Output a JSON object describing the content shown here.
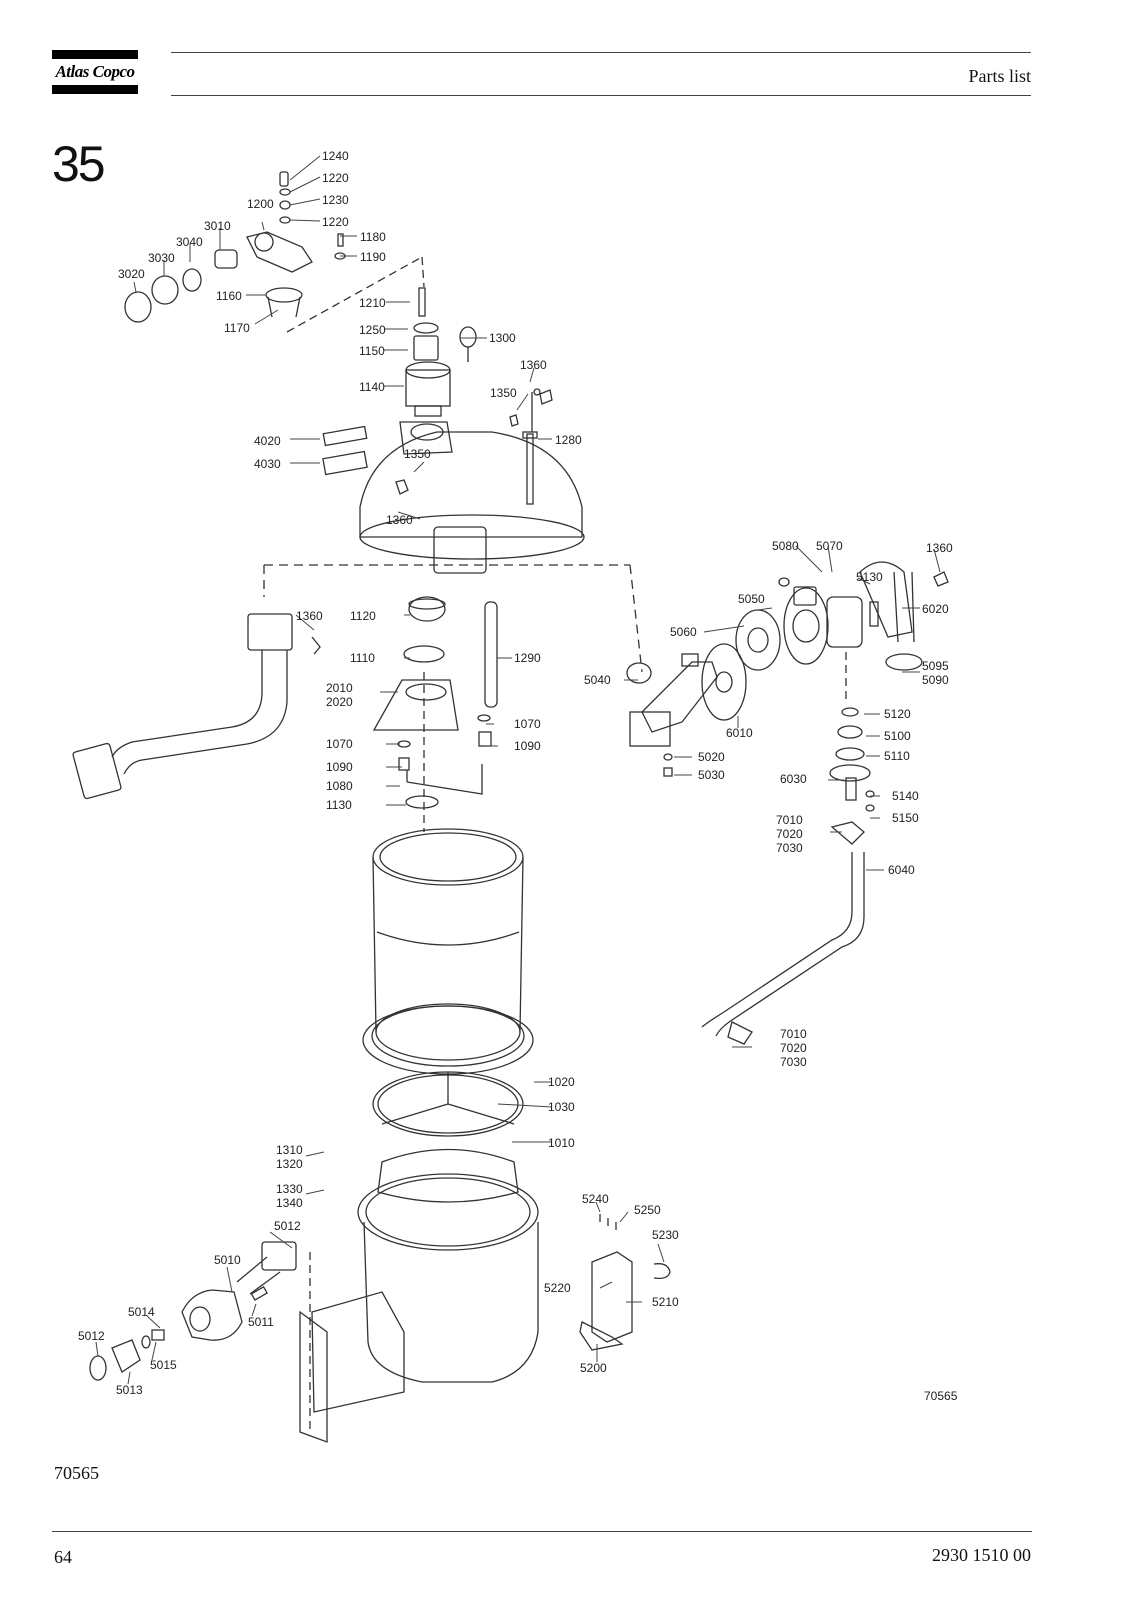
{
  "header": {
    "brand": "Atlas Copco",
    "title": "Parts list"
  },
  "figure": {
    "number": "35",
    "image_id": "70565",
    "ref": "70565",
    "part_labels": [
      {
        "id": "p1240",
        "text": "1240"
      },
      {
        "id": "p1220a",
        "text": "1220"
      },
      {
        "id": "p1230",
        "text": "1230"
      },
      {
        "id": "p1200",
        "text": "1200"
      },
      {
        "id": "p1220b",
        "text": "1220"
      },
      {
        "id": "p3010",
        "text": "3010"
      },
      {
        "id": "p1180",
        "text": "1180"
      },
      {
        "id": "p3040",
        "text": "3040"
      },
      {
        "id": "p1190",
        "text": "1190"
      },
      {
        "id": "p3030",
        "text": "3030"
      },
      {
        "id": "p3020",
        "text": "3020"
      },
      {
        "id": "p1160",
        "text": "1160"
      },
      {
        "id": "p1210",
        "text": "1210"
      },
      {
        "id": "p1170",
        "text": "1170"
      },
      {
        "id": "p1250",
        "text": "1250"
      },
      {
        "id": "p1300",
        "text": "1300"
      },
      {
        "id": "p1150",
        "text": "1150"
      },
      {
        "id": "p1360a",
        "text": "1360"
      },
      {
        "id": "p1140",
        "text": "1140"
      },
      {
        "id": "p1350a",
        "text": "1350"
      },
      {
        "id": "p4020",
        "text": "4020"
      },
      {
        "id": "p1280",
        "text": "1280"
      },
      {
        "id": "p1350b",
        "text": "1350"
      },
      {
        "id": "p4030",
        "text": "4030"
      },
      {
        "id": "p1360b",
        "text": "1360"
      },
      {
        "id": "p5080",
        "text": "5080"
      },
      {
        "id": "p5070",
        "text": "5070"
      },
      {
        "id": "p1360c",
        "text": "1360"
      },
      {
        "id": "p5130",
        "text": "5130"
      },
      {
        "id": "p5050",
        "text": "5050"
      },
      {
        "id": "p6020",
        "text": "6020"
      },
      {
        "id": "p1360d",
        "text": "1360"
      },
      {
        "id": "p1120",
        "text": "1120"
      },
      {
        "id": "p5060",
        "text": "5060"
      },
      {
        "id": "p1110",
        "text": "1110"
      },
      {
        "id": "p1290",
        "text": "1290"
      },
      {
        "id": "p5095",
        "text": "5095"
      },
      {
        "id": "p5090",
        "text": "5090"
      },
      {
        "id": "p2010",
        "text": "2010"
      },
      {
        "id": "p5040",
        "text": "5040"
      },
      {
        "id": "p2020",
        "text": "2020"
      },
      {
        "id": "p5120",
        "text": "5120"
      },
      {
        "id": "p1070a",
        "text": "1070"
      },
      {
        "id": "p6010",
        "text": "6010"
      },
      {
        "id": "p1070b",
        "text": "1070"
      },
      {
        "id": "p1090a",
        "text": "1090"
      },
      {
        "id": "p5100",
        "text": "5100"
      },
      {
        "id": "p5020",
        "text": "5020"
      },
      {
        "id": "p5110",
        "text": "5110"
      },
      {
        "id": "p1090b",
        "text": "1090"
      },
      {
        "id": "p5030",
        "text": "5030"
      },
      {
        "id": "p6030",
        "text": "6030"
      },
      {
        "id": "p1080",
        "text": "1080"
      },
      {
        "id": "p5140",
        "text": "5140"
      },
      {
        "id": "p1130",
        "text": "1130"
      },
      {
        "id": "p5150",
        "text": "5150"
      },
      {
        "id": "p7010a",
        "text": "7010"
      },
      {
        "id": "p7020a",
        "text": "7020"
      },
      {
        "id": "p7030a",
        "text": "7030"
      },
      {
        "id": "p6040",
        "text": "6040"
      },
      {
        "id": "p7010b",
        "text": "7010"
      },
      {
        "id": "p7020b",
        "text": "7020"
      },
      {
        "id": "p7030b",
        "text": "7030"
      },
      {
        "id": "p1020",
        "text": "1020"
      },
      {
        "id": "p1030",
        "text": "1030"
      },
      {
        "id": "p1010",
        "text": "1010"
      },
      {
        "id": "p1310",
        "text": "1310"
      },
      {
        "id": "p1320",
        "text": "1320"
      },
      {
        "id": "p1330",
        "text": "1330"
      },
      {
        "id": "p1340",
        "text": "1340"
      },
      {
        "id": "p5240",
        "text": "5240"
      },
      {
        "id": "p5250",
        "text": "5250"
      },
      {
        "id": "p5012a",
        "text": "5012"
      },
      {
        "id": "p5230",
        "text": "5230"
      },
      {
        "id": "p5010",
        "text": "5010"
      },
      {
        "id": "p5220",
        "text": "5220"
      },
      {
        "id": "p5210",
        "text": "5210"
      },
      {
        "id": "p5014",
        "text": "5014"
      },
      {
        "id": "p5011",
        "text": "5011"
      },
      {
        "id": "p5012b",
        "text": "5012"
      },
      {
        "id": "p5015",
        "text": "5015"
      },
      {
        "id": "p5013",
        "text": "5013"
      },
      {
        "id": "p5200",
        "text": "5200"
      }
    ]
  },
  "footer": {
    "page": "64",
    "document_number": "2930 1510 00"
  }
}
